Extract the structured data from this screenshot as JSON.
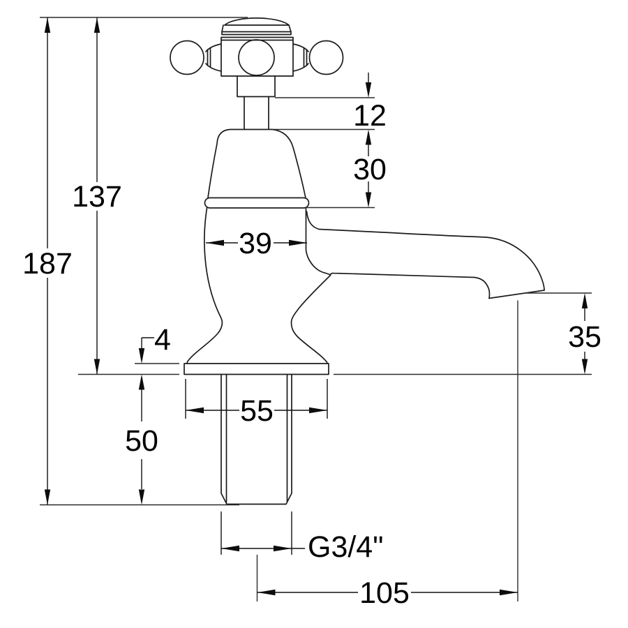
{
  "colors": {
    "line": "#1b1b1b",
    "background": "#ffffff",
    "text": "#000000"
  },
  "dims": {
    "overall_height": "187",
    "deck_to_top": "137",
    "spindle_exposed": "12",
    "bonnet_height": "30",
    "body_width": "39",
    "base_thickness": "4",
    "outlet_height": "35",
    "base_width": "55",
    "tail_length": "50",
    "thread_size": "G3/4\"",
    "spout_reach": "105"
  }
}
